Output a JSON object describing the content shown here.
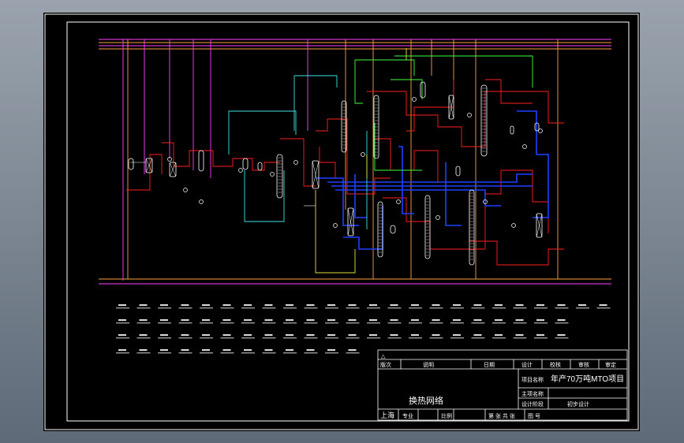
{
  "title_block": {
    "revision_mark": "△",
    "header": {
      "revision": "版次",
      "description": "说明",
      "date": "日期",
      "design": "设计",
      "check": "校核",
      "review": "审核",
      "approve": "审定"
    },
    "project_name_label": "项目名称",
    "project_name": "年产70万吨MTO项目",
    "main_item_label": "主项名称",
    "design_stage_label": "设计阶段",
    "design_stage": "初步设计",
    "drawing_title": "换热网络",
    "location": "上海",
    "specialty_label": "专业",
    "scale_label": "比例",
    "sheet_label": "第 张 共 张",
    "drawing_no_label": "图 号"
  },
  "colors": {
    "frame": "#ffffff",
    "process_red": "#ff2020",
    "utility_magenta": "#ff40ff",
    "utility_orange": "#ffa040",
    "cooling_blue": "#2040ff",
    "steam_cyan": "#40e0e0",
    "product_green": "#40ff40",
    "line_yellow": "#e0e040"
  }
}
